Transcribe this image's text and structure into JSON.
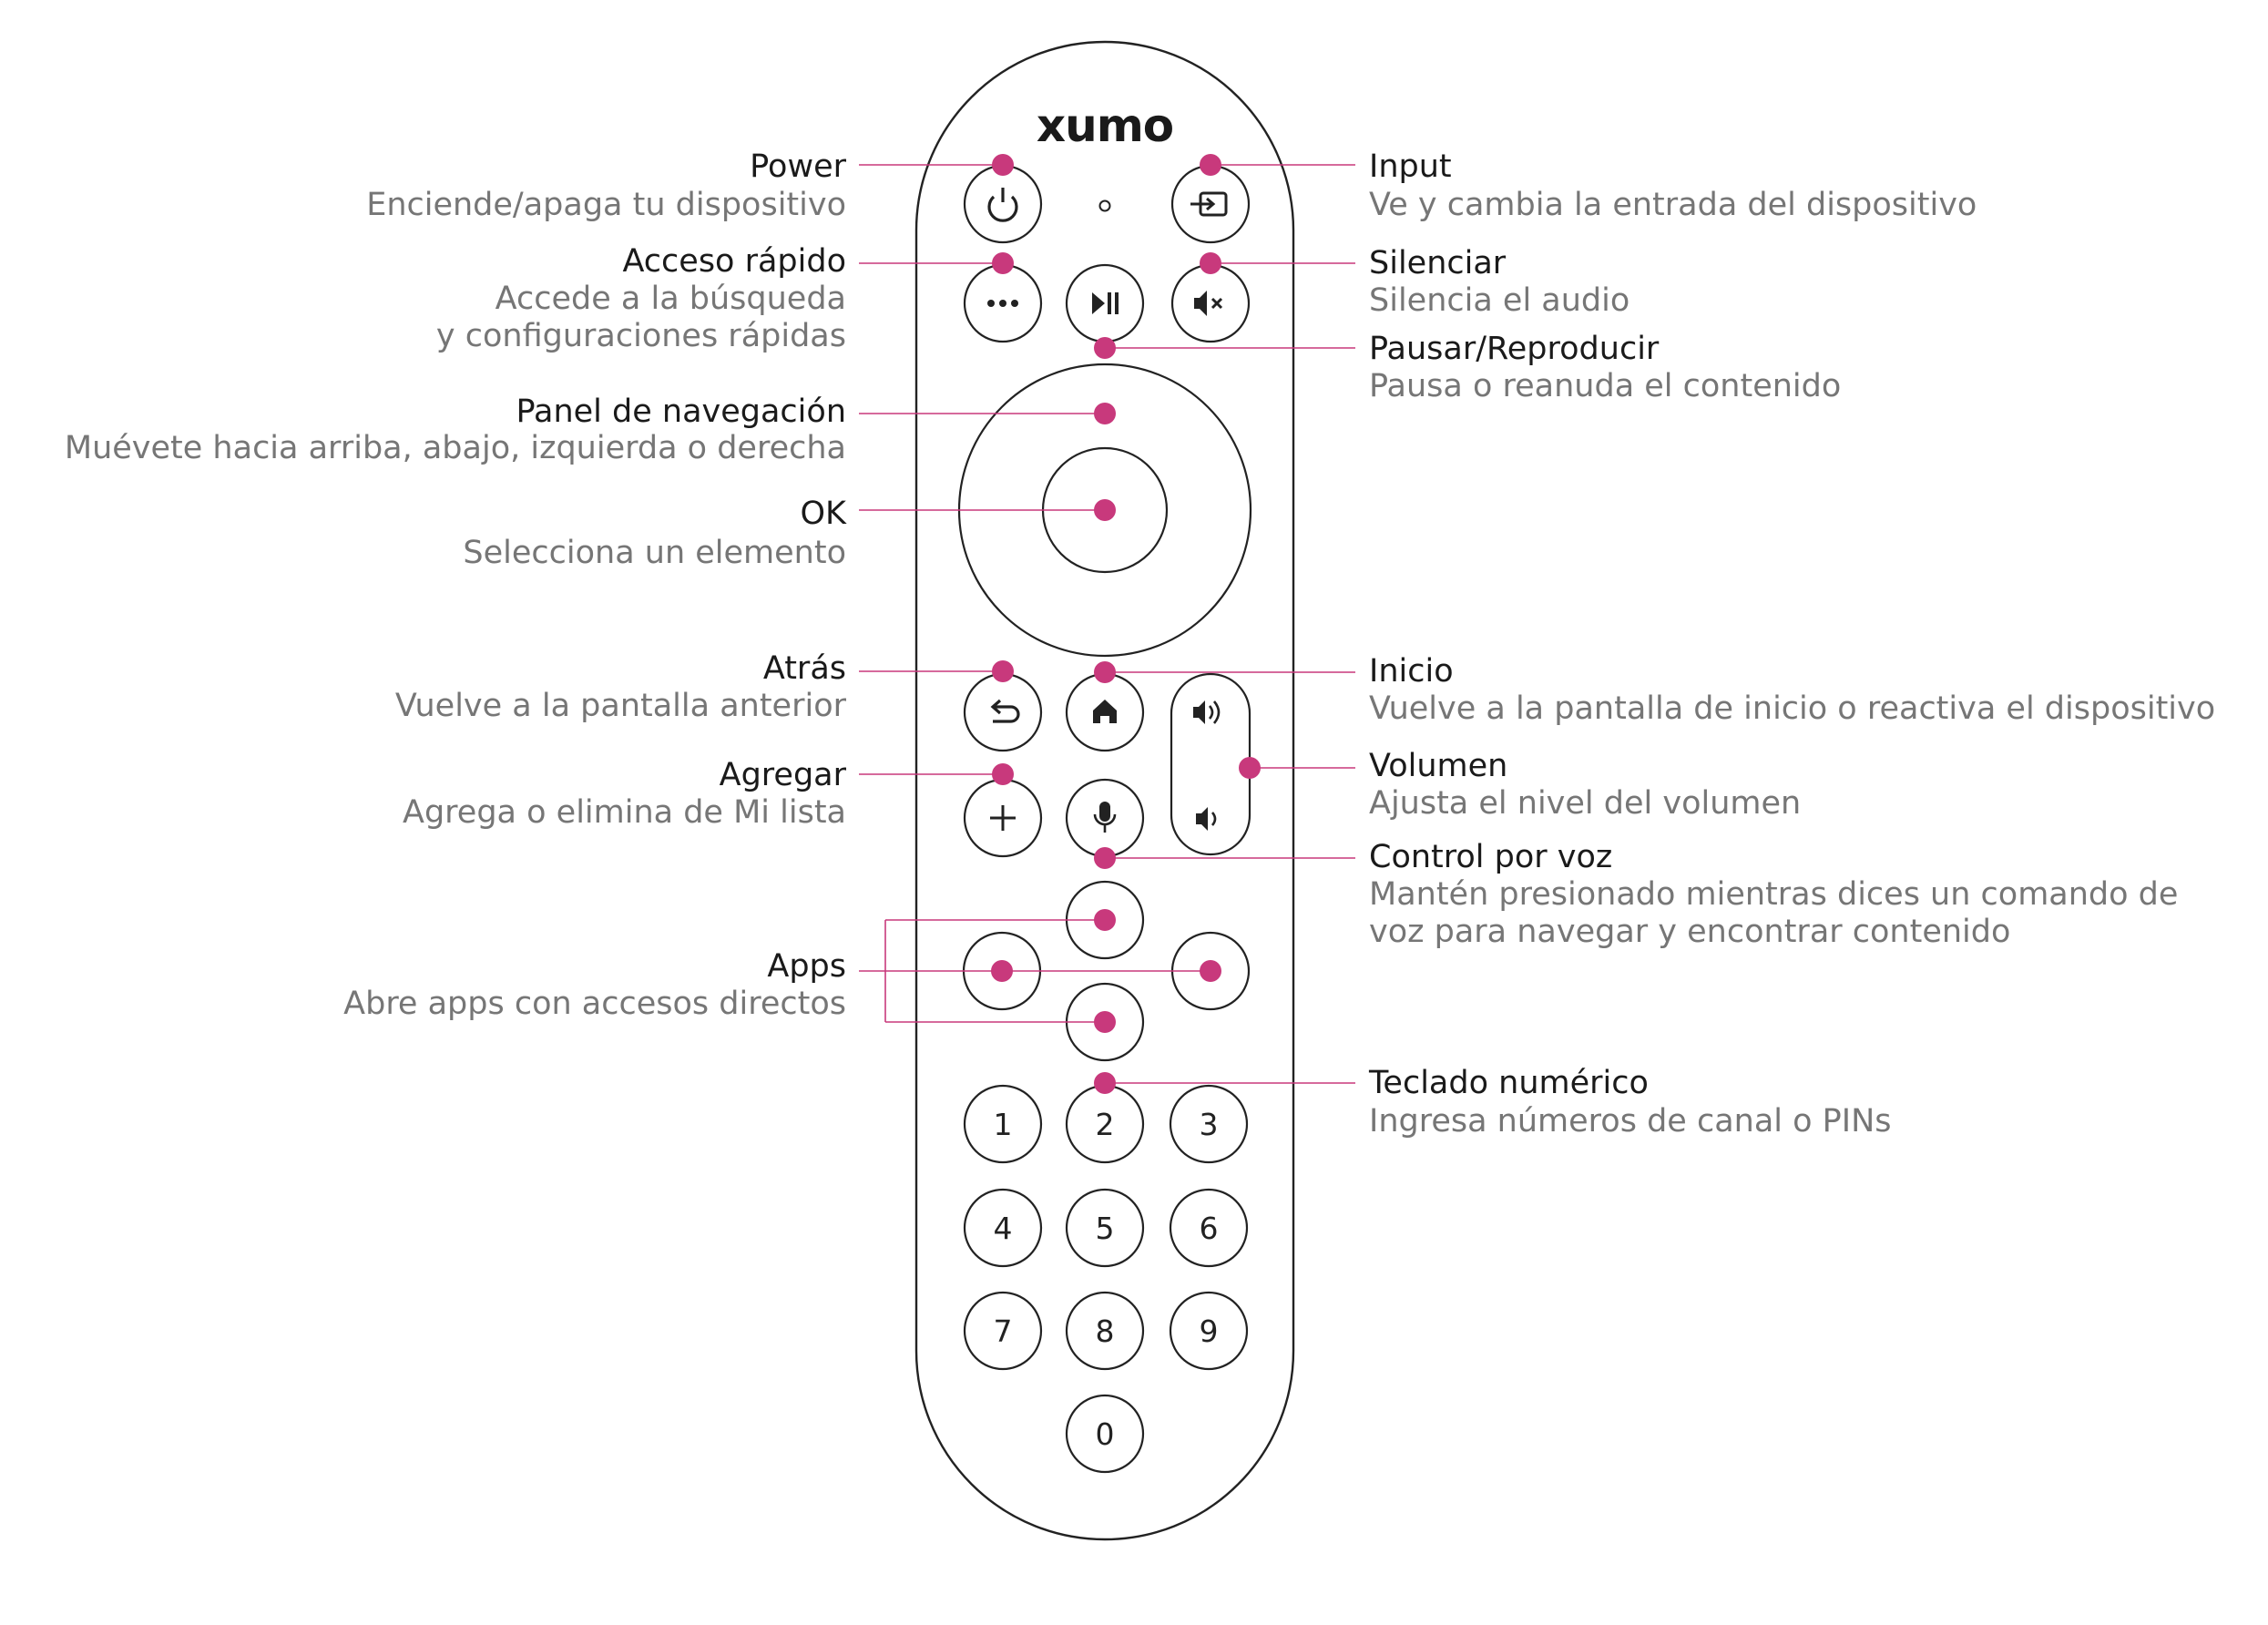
{
  "brand": {
    "logo_text": "xumo",
    "accent_color": "#c8397c"
  },
  "callouts": {
    "power": {
      "title": "Power",
      "desc": [
        "Enciende/apaga tu dispositivo"
      ]
    },
    "quick": {
      "title": "Acceso rápido",
      "desc": [
        "Accede a la búsqueda",
        "y configuraciones rápidas"
      ]
    },
    "nav": {
      "title": "Panel de navegación",
      "desc": [
        "Muévete hacia arriba, abajo, izquierda o derecha"
      ]
    },
    "ok": {
      "title": "OK",
      "desc": [
        "Selecciona un elemento"
      ]
    },
    "back": {
      "title": "Atrás",
      "desc": [
        "Vuelve a la pantalla anterior"
      ]
    },
    "add": {
      "title": "Agregar",
      "desc": [
        "Agrega o elimina de Mi lista"
      ]
    },
    "apps": {
      "title": "Apps",
      "desc": [
        "Abre apps con accesos directos"
      ]
    },
    "input": {
      "title": "Input",
      "desc": [
        "Ve y cambia la entrada del dispositivo"
      ]
    },
    "mute": {
      "title": "Silenciar",
      "desc": [
        "Silencia el audio"
      ]
    },
    "play": {
      "title": "Pausar/Reproducir",
      "desc": [
        "Pausa o reanuda el contenido"
      ]
    },
    "home": {
      "title": "Inicio",
      "desc": [
        "Vuelve a la pantalla de inicio o reactiva el dispositivo"
      ]
    },
    "volume": {
      "title": "Volumen",
      "desc": [
        "Ajusta el nivel del volumen"
      ]
    },
    "voice": {
      "title": "Control por voz",
      "desc": [
        "Mantén presionado mientras dices un comando de",
        "voz para navegar y encontrar contenido"
      ]
    },
    "numpad": {
      "title": "Teclado numérico",
      "desc": [
        "Ingresa números de canal o PINs"
      ]
    }
  },
  "keypad": [
    "1",
    "2",
    "3",
    "4",
    "5",
    "6",
    "7",
    "8",
    "9",
    "0"
  ],
  "icons": {
    "power": "power-icon",
    "input": "input-icon",
    "quick": "more-dots-icon",
    "play": "play-pause-icon",
    "mute": "mute-icon",
    "back": "back-arrow-icon",
    "home": "home-icon",
    "vol_up": "volume-up-icon",
    "vol_down": "volume-down-icon",
    "add": "plus-icon",
    "mic": "microphone-icon"
  }
}
